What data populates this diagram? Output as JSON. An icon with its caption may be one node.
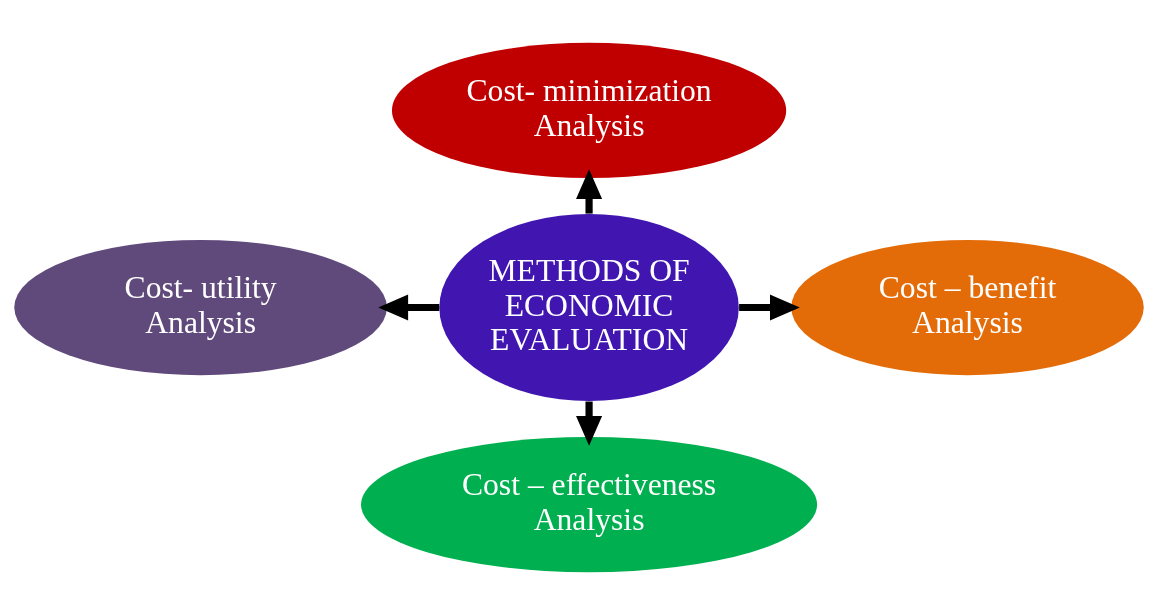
{
  "diagram": {
    "nodes": [
      {
        "text": [
          "Cost- minimization Analysis"
        ]
      },
      {
        "text": [
          "Cost- utility Analysis"
        ]
      },
      {
        "text": [
          "METHODS OF ECONOMIC EVALUATION"
        ]
      },
      {
        "text": [
          "Cost – benefit Analysis"
        ]
      },
      {
        "text": [
          "Cost – effectiveness Analysis"
        ]
      }
    ],
    "edges": [
      {
        "from": 2,
        "to": 0,
        "arrow": "to"
      },
      {
        "from": 2,
        "to": 1,
        "arrow": "to"
      },
      {
        "from": 2,
        "to": 3,
        "arrow": "to"
      },
      {
        "from": 2,
        "to": 4,
        "arrow": "to"
      }
    ]
  }
}
